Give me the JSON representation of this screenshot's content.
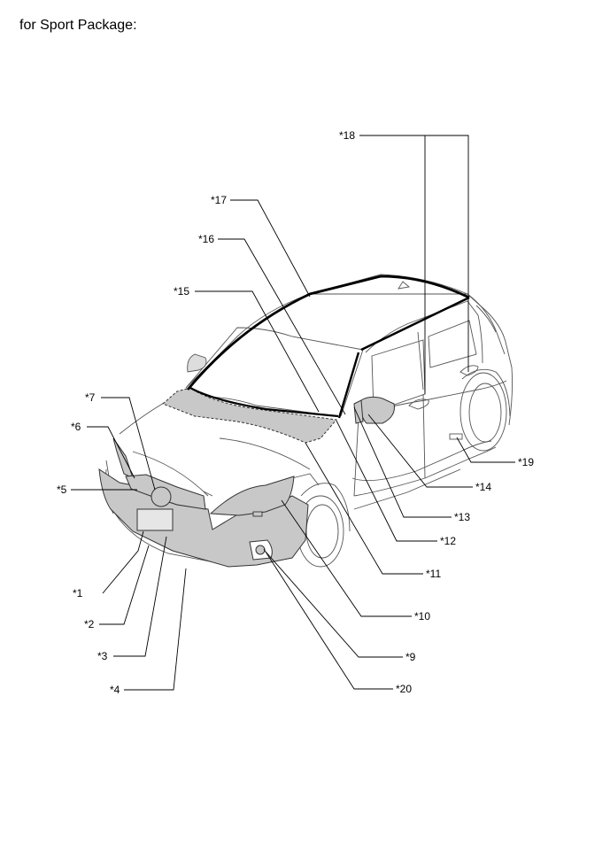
{
  "header": {
    "caption": "for Sport Package:"
  },
  "callouts": [
    {
      "id": "c1",
      "label": "*1"
    },
    {
      "id": "c2",
      "label": "*2"
    },
    {
      "id": "c3",
      "label": "*3"
    },
    {
      "id": "c4",
      "label": "*4"
    },
    {
      "id": "c5",
      "label": "*5"
    },
    {
      "id": "c6",
      "label": "*6"
    },
    {
      "id": "c7",
      "label": "*7"
    },
    {
      "id": "c9",
      "label": "*9"
    },
    {
      "id": "c10",
      "label": "*10"
    },
    {
      "id": "c11",
      "label": "*11"
    },
    {
      "id": "c12",
      "label": "*12"
    },
    {
      "id": "c13",
      "label": "*13"
    },
    {
      "id": "c14",
      "label": "*14"
    },
    {
      "id": "c15",
      "label": "*15"
    },
    {
      "id": "c16",
      "label": "*16"
    },
    {
      "id": "c17",
      "label": "*17"
    },
    {
      "id": "c18",
      "label": "*18"
    },
    {
      "id": "c19",
      "label": "*19"
    },
    {
      "id": "c20",
      "label": "*20"
    }
  ],
  "colors": {
    "highlight": "#c8c8c8",
    "line": "#000000",
    "outline": "#555555"
  }
}
